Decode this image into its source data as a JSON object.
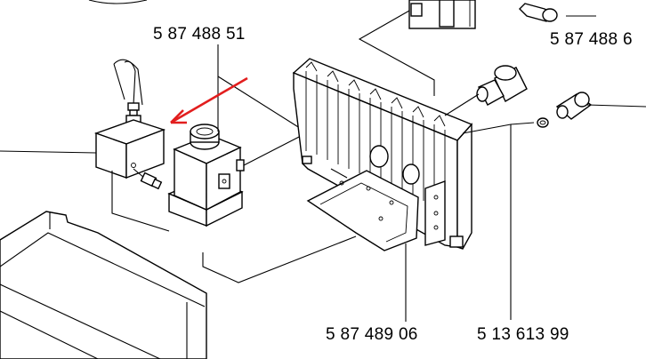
{
  "part_numbers": {
    "solenoid_valve": "5 87 488 51",
    "top_right_part": "5 87 488 6",
    "mounting_plate": "5 87 489 06",
    "fitting_assembly": "5 13 613 99"
  },
  "colors": {
    "arrow": "#e21e1e",
    "lines": "#000000",
    "background": "#ffffff"
  }
}
